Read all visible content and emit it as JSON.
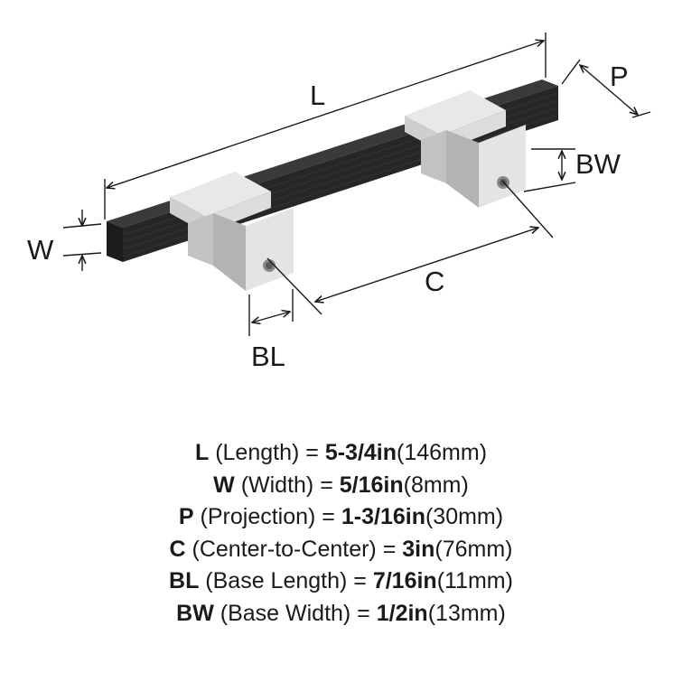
{
  "diagram": {
    "labels": {
      "L": "L",
      "W": "W",
      "P": "P",
      "C": "C",
      "BL": "BL",
      "BW": "BW"
    },
    "colors": {
      "bar": "#262626",
      "base_light": "#e8e8e8",
      "base_mid": "#cfcfcf",
      "base_dark": "#b3b3b3",
      "lines": "#1a1a1a"
    }
  },
  "specs": [
    {
      "code": "L",
      "name": " (Length) = ",
      "value": "5-3/4in",
      "metric": "(146mm)"
    },
    {
      "code": "W",
      "name": " (Width) = ",
      "value": "5/16in",
      "metric": "(8mm)"
    },
    {
      "code": "P",
      "name": " (Projection) = ",
      "value": "1-3/16in",
      "metric": "(30mm)"
    },
    {
      "code": "C",
      "name": " (Center-to-Center) = ",
      "value": "3in",
      "metric": "(76mm)"
    },
    {
      "code": "BL",
      "name": " (Base Length) = ",
      "value": "7/16in",
      "metric": "(11mm)"
    },
    {
      "code": "BW",
      "name": " (Base Width) = ",
      "value": "1/2in",
      "metric": "(13mm)"
    }
  ]
}
